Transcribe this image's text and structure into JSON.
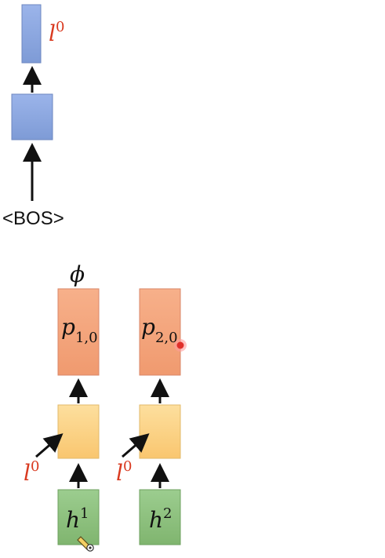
{
  "top_decoder": {
    "output_label": {
      "base": "l",
      "sup": "0"
    },
    "input_label": "<BOS>"
  },
  "bottom_decoder": {
    "top_symbol": "ϕ",
    "columns": [
      {
        "prob_label": {
          "base": "p",
          "sub": "1,0"
        },
        "side_label": {
          "base": "l",
          "sup": "0"
        },
        "hidden_label": {
          "base": "h",
          "sup": "1"
        }
      },
      {
        "prob_label": {
          "base": "p",
          "sub": "2,0"
        },
        "side_label": {
          "base": "l",
          "sup": "0"
        },
        "hidden_label": {
          "base": "h",
          "sup": "2"
        }
      }
    ]
  },
  "colors": {
    "blue_box": "#8ea9e0",
    "orange_box": "#f4a77f",
    "yellow_box": "#fcd58b",
    "green_box": "#8fc281",
    "label_red": "#d93a20",
    "pointer_red": "#e0302b",
    "arrow_black": "#111111"
  }
}
